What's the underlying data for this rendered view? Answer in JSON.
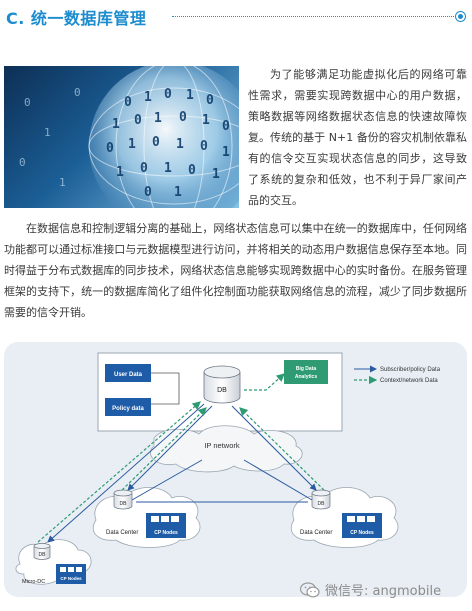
{
  "section": {
    "title": "C. 统一数据库管理"
  },
  "intro": "为了能够满足功能虚拟化后的网络可靠性需求，需要实现跨数据中心的用户数据，策略数据等网络数据状态信息的快速故障恢复。传统的基于 N+1 备份的容灾机制依靠私有的信令交互实现状态信息的同步，这导致了系统的复杂和低效，也不利于异厂家间产品的交互。",
  "body": "在数据信息和控制逻辑分离的基础上，网络状态信息可以集中在统一的数据库中，任何网络功能都可以通过标准接口与元数据模型进行访问，并将相关的动态用户数据信息保存至本地。同时得益于分布式数据库的同步技术，网络状态信息能够实现跨数据中心的实时备份。在服务管理框架的支持下，统一的数据库简化了组件化控制面功能获取网络信息的流程，减少了同步数据所需要的信令开销。",
  "diagram": {
    "user_data": "User Data",
    "policy_data": "Policy data",
    "db": "DB",
    "big_data_line1": "Big Data",
    "big_data_line2": "Analytics",
    "legend_subscriber": "Subscriber/policy Data",
    "legend_context": "Context/network Data",
    "ip_network": "IP network",
    "dc_left": "Data Center",
    "dc_right": "Data Center",
    "cp_nodes_left": "CP Nodes",
    "cp_nodes_right": "CP Nodes",
    "micro_dc": "Micro-DC",
    "cp_nodes_micro": "CP Nodes",
    "colors": {
      "subscriber": "#2a5a9f",
      "context": "#2e9b72",
      "box": "#1f5ca8"
    }
  },
  "watermark": {
    "text": "微信号: angmobile"
  }
}
